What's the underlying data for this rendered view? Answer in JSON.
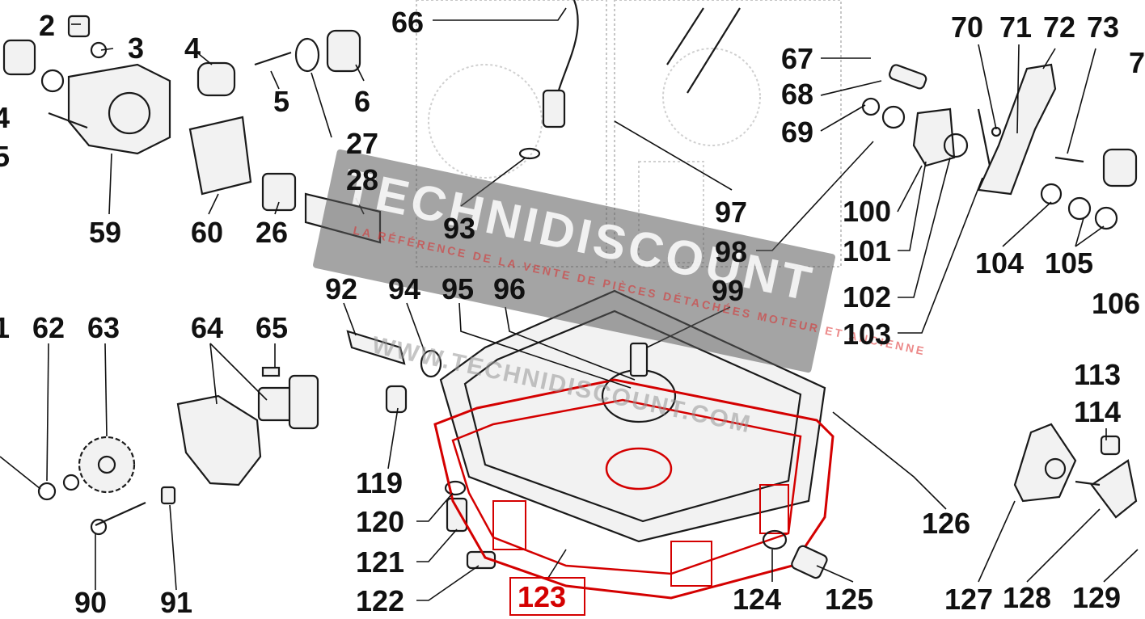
{
  "colors": {
    "ink": "#111111",
    "highlight": "#d40000",
    "watermark_bg": "#5a5a5a"
  },
  "watermark": {
    "title": "TECHNIDISCOUNT",
    "subtitle": "LA RÉFÉRENCE DE LA VENTE DE PIÈCES DÉTACHÉES MOTEUR ET ANCIENNE",
    "url": "WWW.TECHNIDISCOUNT.COM"
  },
  "highlighted_part": "123",
  "labels": {
    "l2": "2",
    "l3": "3",
    "l4": "4",
    "l5": "5",
    "l6": "6",
    "l27": "27",
    "l59": "59",
    "l60": "60",
    "l26": "26",
    "l28": "28",
    "l66": "66",
    "l93": "93",
    "l97": "97",
    "l98": "98",
    "l67": "67",
    "l68": "68",
    "l69": "69",
    "l70": "70",
    "l71": "71",
    "l72": "72",
    "l73": "73",
    "l7x": "7",
    "l100": "100",
    "l101": "101",
    "l102": "102",
    "l103": "103",
    "l104": "104",
    "l105": "105",
    "l106": "106",
    "l4a": "4",
    "l5a": "5",
    "l1": "1",
    "l62": "62",
    "l63": "63",
    "l64": "64",
    "l65": "65",
    "l92": "92",
    "l94": "94",
    "l95": "95",
    "l96": "96",
    "l99": "99",
    "l113": "113",
    "l114": "114",
    "l119": "119",
    "l120": "120",
    "l121": "121",
    "l122": "122",
    "l123": "123",
    "l124": "124",
    "l125": "125",
    "l126": "126",
    "l127": "127",
    "l128": "128",
    "l129": "129",
    "l90": "90",
    "l91": "91"
  }
}
